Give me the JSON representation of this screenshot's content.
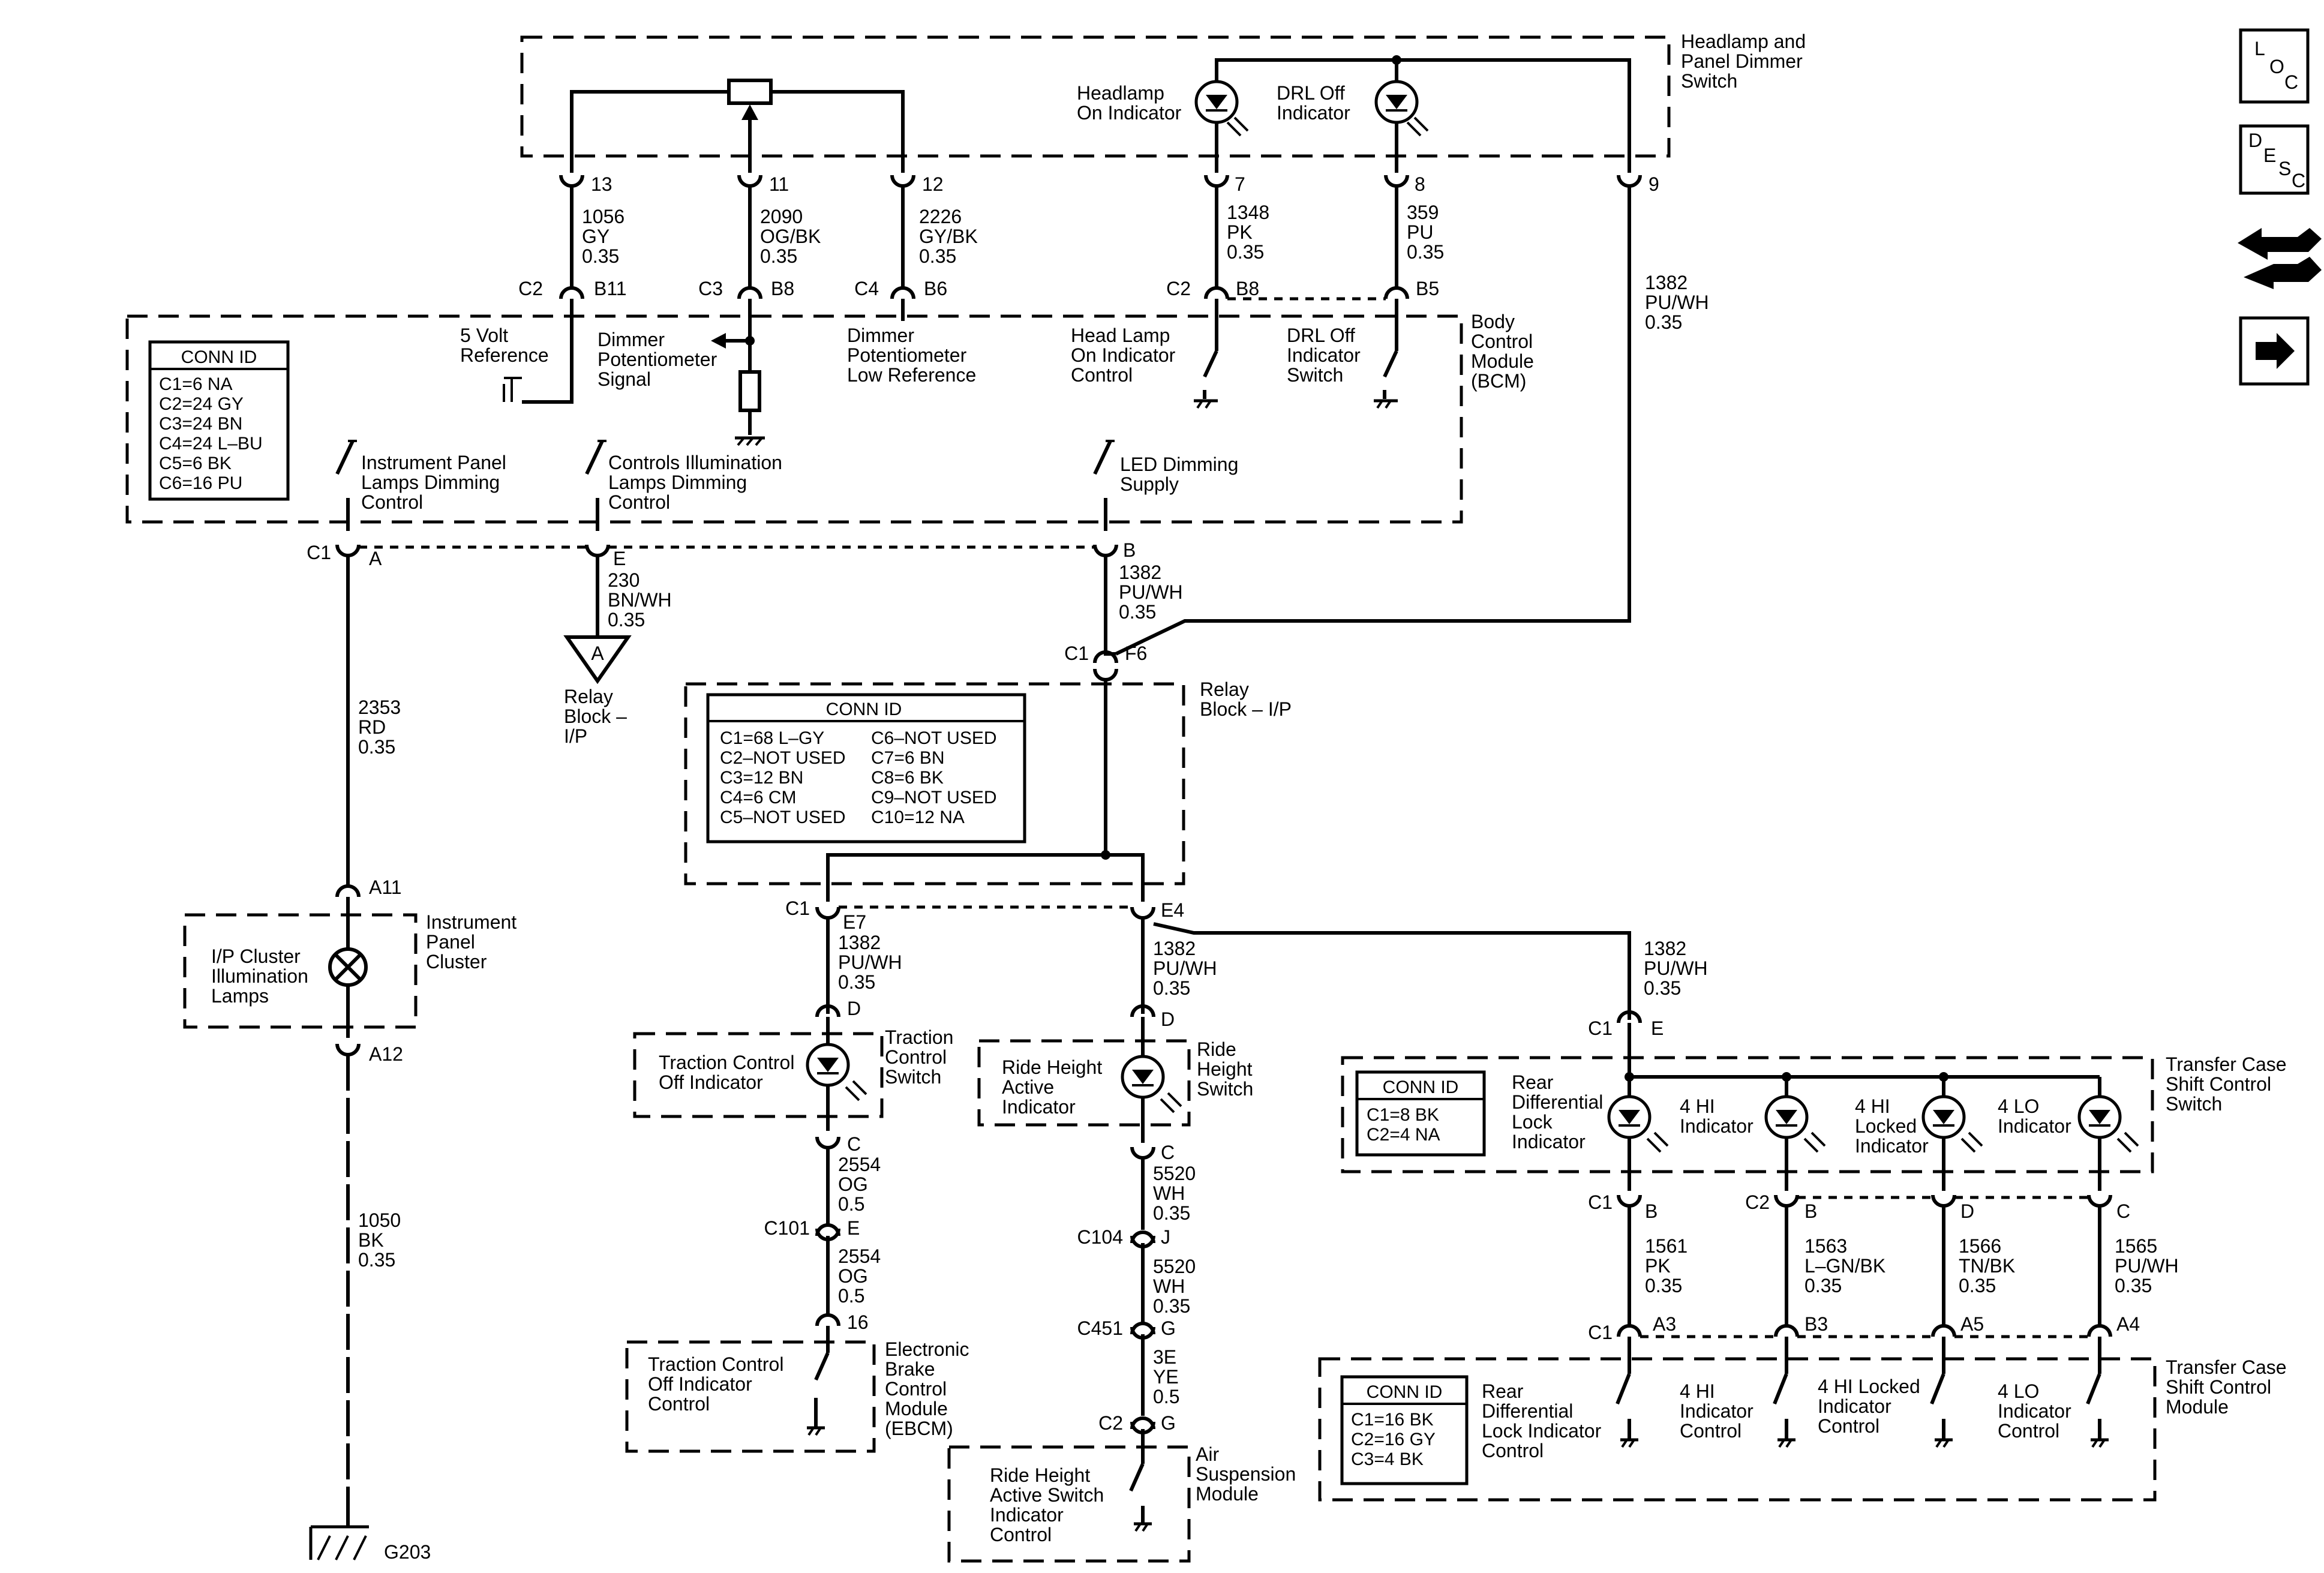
{
  "components": {
    "headlamp_switch": "Headlamp and\nPanel Dimmer\nSwitch",
    "headlamp_on_indicator": "Headlamp\nOn Indicator",
    "drl_off_indicator": "DRL Off\nIndicator",
    "bcm": "Body\nControl\nModule\n(BCM)",
    "five_volt_ref": "5 Volt\nReference",
    "dimmer_pot_signal": "Dimmer\nPotentiometer\nSignal",
    "dimmer_pot_low_ref": "Dimmer\nPotentiometer\nLow Reference",
    "head_lamp_on_ctrl": "Head Lamp\nOn Indicator\nControl",
    "drl_off_switch": "DRL Off\nIndicator\nSwitch",
    "ip_lamps_dimming": "Instrument Panel\nLamps Dimming\nControl",
    "controls_illum": "Controls Illumination\nLamps Dimming\nControl",
    "led_dimming": "LED Dimming\nSupply",
    "relay_block_a": "Relay\nBlock –\nI/P",
    "relay_block": "Relay\nBlock – I/P",
    "ip_cluster": "Instrument\nPanel\nCluster",
    "ip_cluster_lamps": "I/P Cluster\nIllumination\nLamps",
    "traction_switch": "Traction\nControl\nSwitch",
    "traction_indicator": "Traction Control\nOff Indicator",
    "ride_height_switch": "Ride\nHeight\nSwitch",
    "ride_height_indicator": "Ride Height\nActive\nIndicator",
    "transfer_switch": "Transfer Case\nShift Control\nSwitch",
    "rear_diff_lock": "Rear\nDifferential\nLock\nIndicator",
    "four_hi": "4 HI\nIndicator",
    "four_hi_locked": "4 HI\nLocked\nIndicator",
    "four_lo": "4 LO\nIndicator",
    "ebcm": "Electronic\nBrake\nControl\nModule\n(EBCM)",
    "ebcm_ctrl": "Traction Control\nOff Indicator\nControl",
    "air_susp": "Air\nSuspension\nModule",
    "ride_height_ctrl": "Ride Height\nActive Switch\nIndicator\nControl",
    "tc_module": "Transfer Case\nShift Control\nModule",
    "rear_diff_ctrl": "Rear\nDifferential\nLock Indicator\nControl",
    "four_hi_ctrl": "4 HI\nIndicator\nControl",
    "four_hi_locked_ctrl": "4 HI Locked\nIndicator\nControl",
    "four_lo_ctrl": "4 LO\nIndicator\nControl",
    "ground": "G203",
    "offpage_a": "A"
  },
  "conn_ids": {
    "bcm": {
      "title": "CONN ID",
      "lines": [
        "C1=6 NA",
        "C2=24 GY",
        "C3=24 BN",
        "C4=24 L–BU",
        "C5=6 BK",
        "C6=16 PU"
      ]
    },
    "relay_block": {
      "title": "CONN ID",
      "left": [
        "C1=68 L–GY",
        "C2–NOT USED",
        "C3=12 BN",
        "C4=6 CM",
        "C5–NOT USED"
      ],
      "right": [
        "C6–NOT USED",
        "C7=6 BN",
        "C8=6 BK",
        "C9–NOT USED",
        "C10=12 NA"
      ]
    },
    "transfer_switch": {
      "title": "CONN ID",
      "lines": [
        "C1=8 BK",
        "C2=4 NA"
      ]
    },
    "tc_module": {
      "title": "CONN ID",
      "lines": [
        "C1=16 BK",
        "C2=16 GY",
        "C3=4 BK"
      ]
    }
  },
  "wires": {
    "w1056": "1056\nGY\n0.35",
    "w2090": "2090\nOG/BK\n0.35",
    "w2226": "2226\nGY/BK\n0.35",
    "w1348": "1348\nPK\n0.35",
    "w359": "359\nPU\n0.35",
    "w1382_sw": "1382\nPU/WH\n0.35",
    "w230": "230\nBN/WH\n0.35",
    "w1382_bcm": "1382\nPU/WH\n0.35",
    "w2353": "2353\nRD\n0.35",
    "w1050": "1050\nBK\n0.35",
    "w1382_e7": "1382\nPU/WH\n0.35",
    "w1382_e4": "1382\nPU/WH\n0.35",
    "w1382_tc": "1382\nPU/WH\n0.35",
    "w2554a": "2554\nOG\n0.5",
    "w2554b": "2554\nOG\n0.5",
    "w5520a": "5520\nWH\n0.35",
    "w5520b": "5520\nWH\n0.35",
    "w3e": "3E\nYE\n0.5",
    "w1561": "1561\nPK\n0.35",
    "w1563": "1563\nL–GN/BK\n0.35",
    "w1566": "1566\nTN/BK\n0.35",
    "w1565": "1565\nPU/WH\n0.35"
  },
  "pins": {
    "p13": "13",
    "p11": "11",
    "p12": "12",
    "p7": "7",
    "p8": "8",
    "p9": "9",
    "c2_b11": "C2",
    "b11": "B11",
    "c3_b8": "C3",
    "b8a": "B8",
    "c4_b6": "C4",
    "b6": "B6",
    "c2_b8": "C2",
    "b8b": "B8",
    "b5": "B5",
    "c1_a": "C1",
    "a": "A",
    "e": "E",
    "b": "B",
    "c1_f6": "C1",
    "f6": "F6",
    "a11": "A11",
    "a12": "A12",
    "c1_e7": "C1",
    "e7": "E7",
    "e4": "E4",
    "d_tc": "D",
    "c_tc": "C",
    "c101": "C101",
    "e101": "E",
    "p16": "16",
    "d_rh": "D",
    "c_rh": "C",
    "c104": "C104",
    "j104": "J",
    "c451": "C451",
    "g451": "G",
    "c2_g": "C2",
    "g_c2": "G",
    "c1_e": "C1",
    "e_tc": "E",
    "c1_b": "C1",
    "b_c1": "B",
    "c2_b": "C2",
    "b_c2": "B",
    "d_c2": "D",
    "c_c2": "C",
    "c1_a3": "C1",
    "a3": "A3",
    "b3": "B3",
    "a5": "A5",
    "a4": "A4"
  },
  "nav_icons": [
    {
      "name": "loc-icon",
      "letters": [
        "L",
        "O",
        "C"
      ]
    },
    {
      "name": "desc-icon",
      "letters": [
        "D",
        "E",
        "S",
        "C"
      ]
    },
    {
      "name": "connector-icon"
    },
    {
      "name": "arrow-right-icon"
    }
  ]
}
